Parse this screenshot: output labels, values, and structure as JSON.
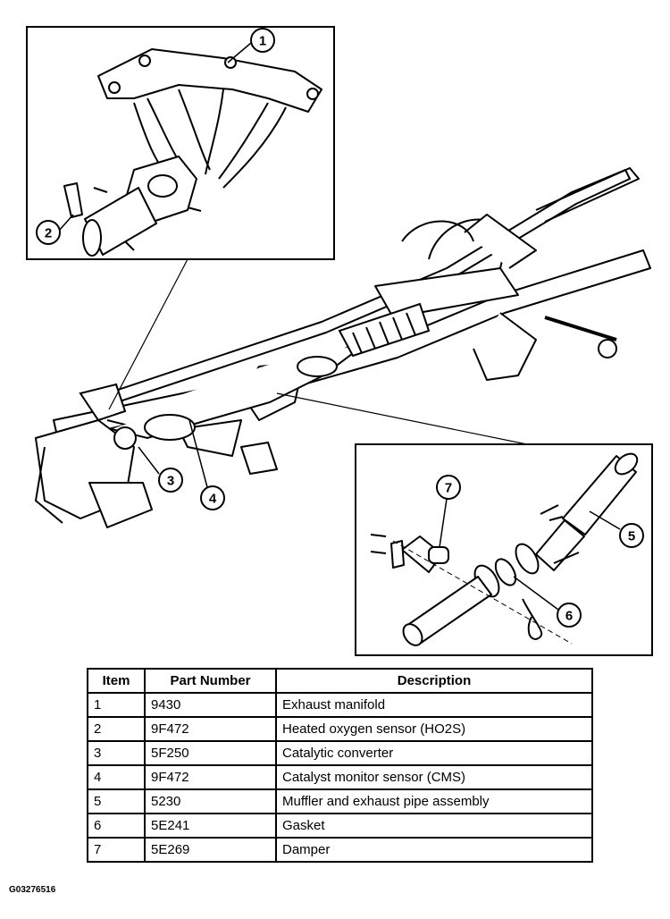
{
  "callouts": {
    "c1": "1",
    "c2": "2",
    "c3": "3",
    "c4": "4",
    "c5": "5",
    "c6": "6",
    "c7": "7"
  },
  "table": {
    "headers": {
      "item": "Item",
      "part_number": "Part Number",
      "description": "Description"
    },
    "rows": [
      {
        "item": "1",
        "part_number": "9430",
        "description": "Exhaust manifold"
      },
      {
        "item": "2",
        "part_number": "9F472",
        "description": "Heated oxygen sensor (HO2S)"
      },
      {
        "item": "3",
        "part_number": "5F250",
        "description": "Catalytic converter"
      },
      {
        "item": "4",
        "part_number": "9F472",
        "description": "Catalyst monitor sensor (CMS)"
      },
      {
        "item": "5",
        "part_number": "5230",
        "description": "Muffler and exhaust pipe assembly"
      },
      {
        "item": "6",
        "part_number": "5E241",
        "description": "Gasket"
      },
      {
        "item": "7",
        "part_number": "5E269",
        "description": "Damper"
      }
    ]
  },
  "figure_code": "G03276516"
}
